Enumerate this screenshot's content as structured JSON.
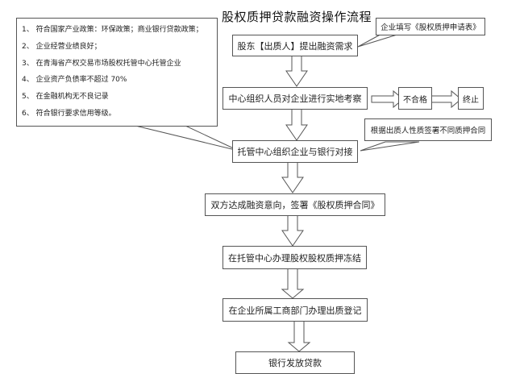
{
  "title": "股权质押贷款融资操作流程",
  "criteria": [
    "1、 符合国家产业政策：环保政策；商业银行贷款政策；",
    "2、 企业经营业绩良好；",
    "3、 在青海省产权交易市场股权托管中心托管企业",
    "4、 企业资产负债率不超过 70%",
    "5、 在金融机构无不良记录",
    "6、 符合银行要求信用等级。"
  ],
  "notes": {
    "application_form": "企业填写《股权质押申请表》",
    "contract_note": "根据出质人性质签署不同质押合同"
  },
  "steps": [
    "股东【出质人】提出融资需求",
    "中心组织人员对企业进行实地考察",
    "托管中心组织企业与银行对接",
    "双方达成融资意向，签署《股权质押合同》",
    "在托管中心办理股权股权质押冻结",
    "在企业所属工商部门办理出质登记",
    "银行发放贷款"
  ],
  "branch": {
    "fail": "不合格",
    "terminate": "终止"
  }
}
